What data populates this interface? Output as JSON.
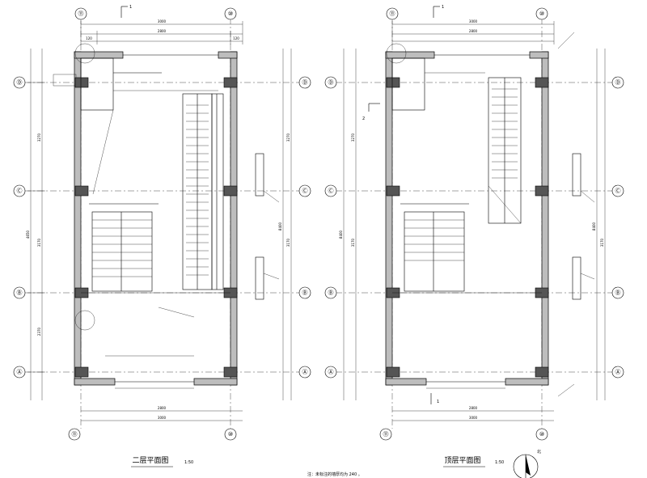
{
  "plans": [
    {
      "title": "二层平面图",
      "scale": "1:50",
      "axes_top": [
        "⑪",
        "⑩"
      ],
      "axes_bottom": [
        "⑪",
        "⑩"
      ],
      "axes_rows": [
        "Ⓓ",
        "Ⓒ",
        "Ⓑ",
        "Ⓐ"
      ],
      "section_mark": "1"
    },
    {
      "title": "顶层平面图",
      "scale": "1:50",
      "axes_top": [
        "⑪",
        "⑩"
      ],
      "axes_bottom": [
        "⑪",
        "⑩"
      ],
      "axes_rows": [
        "Ⓓ",
        "Ⓒ",
        "Ⓑ",
        "Ⓐ"
      ],
      "section_mark": "1"
    }
  ],
  "section_marks": [
    "1",
    "2"
  ],
  "north_label": "北",
  "footnote": "注：未标注的墙厚均为    240 。"
}
